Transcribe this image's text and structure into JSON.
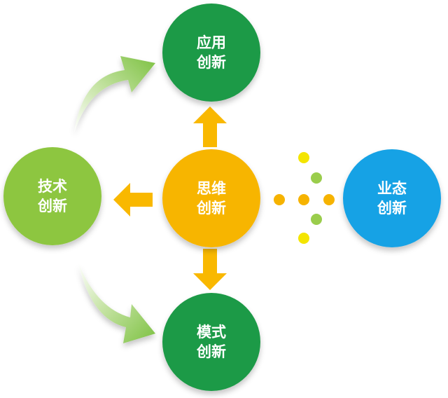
{
  "nodes": {
    "center": {
      "line1": "思维",
      "line2": "创新",
      "color": "#F7B500"
    },
    "top": {
      "line1": "应用",
      "line2": "创新",
      "color": "#1E9A46"
    },
    "bottom": {
      "line1": "模式",
      "line2": "创新",
      "color": "#1E9A46"
    },
    "left": {
      "line1": "技术",
      "line2": "创新",
      "color": "#8DC63F"
    },
    "right": {
      "line1": "业态",
      "line2": "创新",
      "color": "#16A2E5"
    }
  },
  "colors": {
    "arrow": "#F9B800",
    "curved_arrow": "#7DC142",
    "dot_yellow": "#F4E500",
    "dot_green": "#9ACD4C",
    "dot_orange": "#F6B300"
  }
}
